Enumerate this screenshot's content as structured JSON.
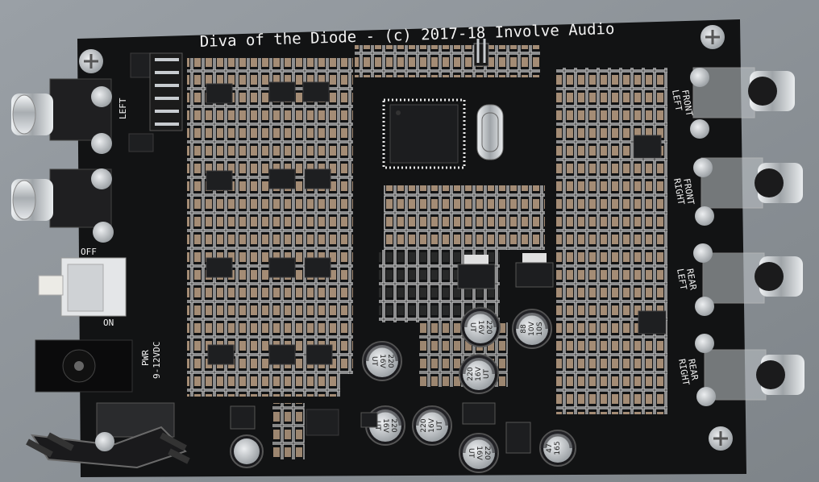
{
  "board": {
    "title": "Diva of the Diode - (c) 2017-18 Involve Audio",
    "inputs": {
      "left": "LEFT"
    },
    "switch": {
      "off": "OFF",
      "on": "ON"
    },
    "power": {
      "line1": "PWR",
      "line2": "9-12VDC"
    },
    "outputs": {
      "front_left": [
        "FRONT",
        "LEFT"
      ],
      "front_right": [
        "FRONT",
        "RIGHT"
      ],
      "rear_left": [
        "REAR",
        "LEFT"
      ],
      "rear_right": [
        "REAR",
        "RIGHT"
      ]
    },
    "caps": {
      "c1": [
        "220",
        "16V",
        "UT"
      ],
      "c2": [
        "88",
        "10V",
        "10S"
      ],
      "c3": [
        "220",
        "16V",
        "UT"
      ],
      "c4": [
        "220",
        "16V",
        "UT"
      ],
      "c5": [
        "220",
        "16V",
        "UT"
      ],
      "c6": [
        "220",
        "16V",
        "UT"
      ],
      "c7": [
        "220",
        "16V",
        "UT"
      ],
      "c8": [
        "47",
        "165"
      ]
    }
  },
  "colors": {
    "pcb": "#121314",
    "silk": "#f2f2f2",
    "background": "#8f949a",
    "chrome": "#d9dde0",
    "smd": "#b49a80"
  }
}
